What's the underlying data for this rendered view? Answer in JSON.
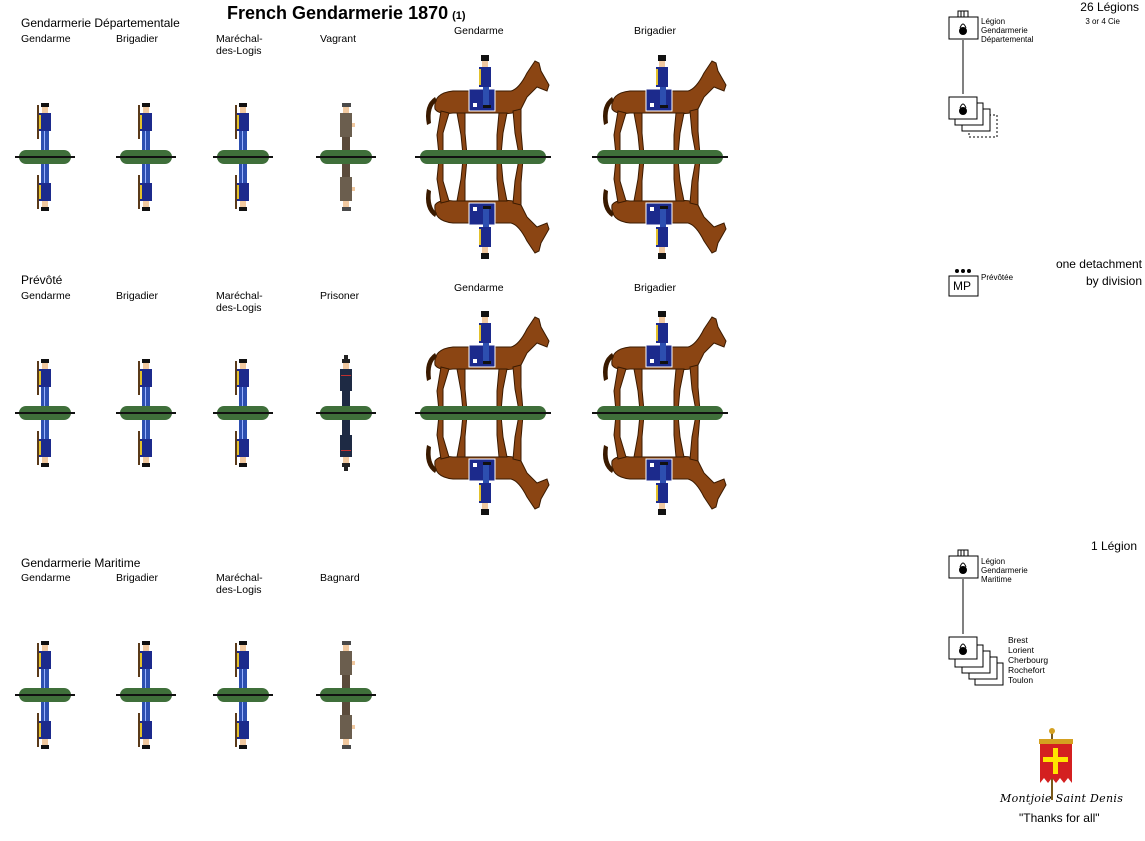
{
  "title": "French Gendarmerie 1870",
  "title_note": "(1)",
  "sections": [
    {
      "name": "Gendarmerie Départementale",
      "labels": [
        "Gendarme",
        "Brigadier",
        "Maréchal-\ndes-Logis",
        "Vagrant",
        "Gendarme",
        "Brigadier"
      ]
    },
    {
      "name": "Prévôté",
      "labels": [
        "Gendarme",
        "Brigadier",
        "Maréchal-\ndes-Logis",
        "Prisoner",
        "Gendarme",
        "Brigadier"
      ]
    },
    {
      "name": "Gendarmerie Maritime",
      "labels": [
        "Gendarme",
        "Brigadier",
        "Maréchal-\ndes-Logis",
        "Bagnard"
      ]
    }
  ],
  "org": {
    "departementale": {
      "note": "26 Légions",
      "subnote": "3 or 4 Cie",
      "hq_label": [
        "Légion",
        "Gendarmerie",
        "Départemental"
      ]
    },
    "prevote": {
      "note": [
        "one detachment",
        "by division"
      ],
      "symbol_text": "MP",
      "label": "Prévôtée"
    },
    "maritime": {
      "note": "1 Légion",
      "hq_label": [
        "Légion",
        "Gendarmerie",
        "Maritime"
      ],
      "ports": [
        "Brest",
        "Lorient",
        "Cherbourg",
        "Rochefort",
        "Toulon"
      ]
    }
  },
  "signature": "Montjoie Saint Denis",
  "thanks": "\"Thanks for all\"",
  "colors": {
    "base_green": "#3f6f3a",
    "uniform_blue": "#1c2a8c",
    "trouser_blue": "#2d4fb0",
    "horse_brown": "#8b4513",
    "banner_red": "#d42020",
    "banner_cross": "#ffe600"
  },
  "icons": [
    "soldier-figure-icon",
    "horse-rider-icon",
    "unit-symbol-icon",
    "flame-grenade-icon",
    "banner-icon"
  ]
}
